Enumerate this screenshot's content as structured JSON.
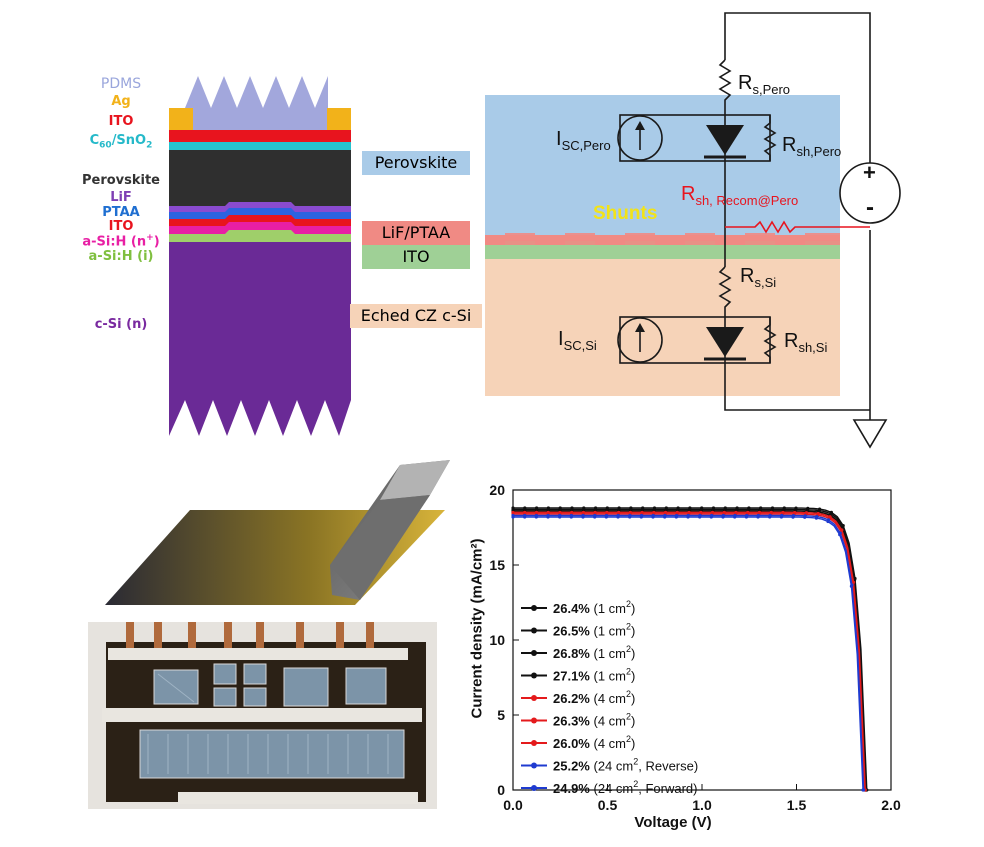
{
  "stack_labels": {
    "pdms": "PDMS",
    "ag": "Ag",
    "ito_top": "ITO",
    "c60_sno2": "C60/SnO2",
    "perovskite": "Perovskite",
    "lif": "LiF",
    "ptaa": "PTAA",
    "ito_mid": "ITO",
    "asih_n": "a-Si:H (n+)",
    "asih_i": "a-Si:H (i)",
    "csi_n": "c-Si (n)"
  },
  "region_labels": {
    "perovskite": "Perovskite",
    "lif_ptaa": "LiF/PTAA",
    "ito": "ITO",
    "etched_si": "Eched CZ c-Si"
  },
  "circuit": {
    "rs_pero": "R",
    "rs_pero_sub": "s,Pero",
    "isc_pero": "I",
    "isc_pero_sub": "SC,Pero",
    "rsh_pero": "R",
    "rsh_pero_sub": "sh,Pero",
    "rsh_recom": "R",
    "rsh_recom_sub": "sh, Recom@Pero",
    "shunts": "Shunts",
    "rs_si": "R",
    "rs_si_sub": "s,Si",
    "isc_si": "I",
    "isc_si_sub": "SC,Si",
    "rsh_si": "R",
    "rsh_si_sub": "sh,Si",
    "plus": "+",
    "minus": "-"
  },
  "colors": {
    "perovskite_region": "#a9cbe8",
    "lif_ptaa": "#f08a84",
    "ito": "#9fd096",
    "si_region": "#f6d3b8",
    "stack_purple": "#6a2a96",
    "shunts_text": "#f2e318",
    "recom_red": "#e8141e"
  },
  "chart_data": {
    "type": "line",
    "xlabel": "Voltage (V)",
    "ylabel": "Current density (mA/cm²)",
    "xlim": [
      0.0,
      2.0
    ],
    "ylim": [
      0,
      20
    ],
    "xticks": [
      "0.0",
      "0.5",
      "1.0",
      "1.5",
      "2.0"
    ],
    "yticks": [
      "0",
      "5",
      "10",
      "15",
      "20"
    ],
    "legend_position": "lower-left",
    "series": [
      {
        "name": "26.4% (1 cm2)",
        "label": "26.4%",
        "area": "1 cm",
        "color": "#111111",
        "voc": 1.865,
        "jsc": 18.6
      },
      {
        "name": "26.5% (1 cm2)",
        "label": "26.5%",
        "area": "1 cm",
        "color": "#111111",
        "voc": 1.867,
        "jsc": 18.6
      },
      {
        "name": "26.8% (1 cm2)",
        "label": "26.8%",
        "area": "1 cm",
        "color": "#111111",
        "voc": 1.87,
        "jsc": 18.7
      },
      {
        "name": "27.1% (1 cm2)",
        "label": "27.1%",
        "area": "1 cm",
        "color": "#111111",
        "voc": 1.872,
        "jsc": 18.8
      },
      {
        "name": "26.2% (4 cm2)",
        "label": "26.2%",
        "area": "4 cm",
        "color": "#e41a1c",
        "voc": 1.862,
        "jsc": 18.5
      },
      {
        "name": "26.3% (4 cm2)",
        "label": "26.3%",
        "area": "4 cm",
        "color": "#e41a1c",
        "voc": 1.864,
        "jsc": 18.5
      },
      {
        "name": "26.0% (4 cm2)",
        "label": "26.0%",
        "area": "4 cm",
        "color": "#e41a1c",
        "voc": 1.86,
        "jsc": 18.4
      },
      {
        "name": "25.2% (24 cm2, Reverse)",
        "label": "25.2%",
        "area": "24 cm",
        "area_suffix": ", Reverse",
        "color": "#1f3bd0",
        "voc": 1.855,
        "jsc": 18.3
      },
      {
        "name": "24.9% (24 cm2, Forward)",
        "label": "24.9%",
        "area": "24 cm",
        "area_suffix": ", Forward",
        "color": "#1f3bd0",
        "voc": 1.852,
        "jsc": 18.2
      }
    ]
  }
}
